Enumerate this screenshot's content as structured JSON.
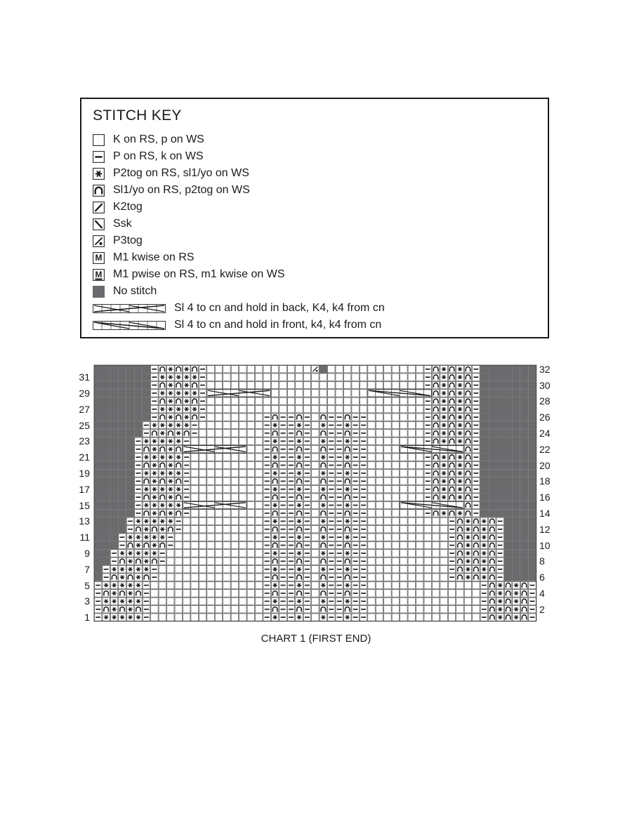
{
  "stitch_key": {
    "title": "STITCH KEY",
    "items": [
      {
        "symbol": "empty-square",
        "label": "K on RS, p on WS"
      },
      {
        "symbol": "dash-square",
        "label": "P on RS, k on WS"
      },
      {
        "symbol": "star-square",
        "label": "P2tog on RS, sl1/yo on WS"
      },
      {
        "symbol": "arch-square",
        "label": "Sl1/yo on RS, p2tog on WS"
      },
      {
        "symbol": "slash-right-square",
        "label": "K2tog"
      },
      {
        "symbol": "slash-left-square",
        "label": "Ssk"
      },
      {
        "symbol": "p3tog-square",
        "label": "P3tog"
      },
      {
        "symbol": "m-square",
        "label": "M1 kwise on RS"
      },
      {
        "symbol": "m-underline-square",
        "label": "M1 pwise on RS, m1 kwise on WS"
      },
      {
        "symbol": "gray-square",
        "label": "No stitch"
      },
      {
        "symbol": "cable-back",
        "label": "Sl 4 to cn and hold in back, K4, k4 from cn"
      },
      {
        "symbol": "cable-front",
        "label": "Sl 4 to cn and hold in front, k4, k4 from cn"
      }
    ]
  },
  "chart": {
    "caption": "CHART 1 (FIRST END)",
    "left_row_numbers": [
      "31",
      "29",
      "27",
      "25",
      "23",
      "21",
      "19",
      "17",
      "15",
      "13",
      "11",
      "9",
      "7",
      "5",
      "3",
      "1"
    ],
    "right_row_numbers": [
      "32",
      "30",
      "28",
      "26",
      "24",
      "22",
      "20",
      "18",
      "16",
      "14",
      "12",
      "10",
      "8",
      "6",
      "4",
      "2"
    ],
    "colors": {
      "no_stitch": "#6b6b6d",
      "grid_line": "#555555",
      "ink": "#1a1a1a"
    }
  }
}
